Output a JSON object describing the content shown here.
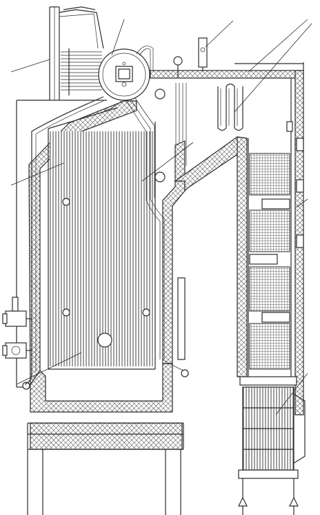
{
  "colors": {
    "ink": "#2a2a2a",
    "paper": "#ffffff"
  },
  "diagram": {
    "kind": "boiler-cross-section",
    "components": [
      {
        "id": "steam-drum",
        "icon": "circle-drum"
      },
      {
        "id": "superheater",
        "icon": "coil"
      },
      {
        "id": "furnace",
        "icon": "tube-wall"
      },
      {
        "id": "convective-shaft",
        "icon": "duct"
      },
      {
        "id": "economizer",
        "icon": "tube-bank"
      },
      {
        "id": "air-heater",
        "icon": "tube-bank"
      },
      {
        "id": "burners",
        "icon": "burner"
      },
      {
        "id": "ash-hopper",
        "icon": "hopper"
      }
    ]
  }
}
